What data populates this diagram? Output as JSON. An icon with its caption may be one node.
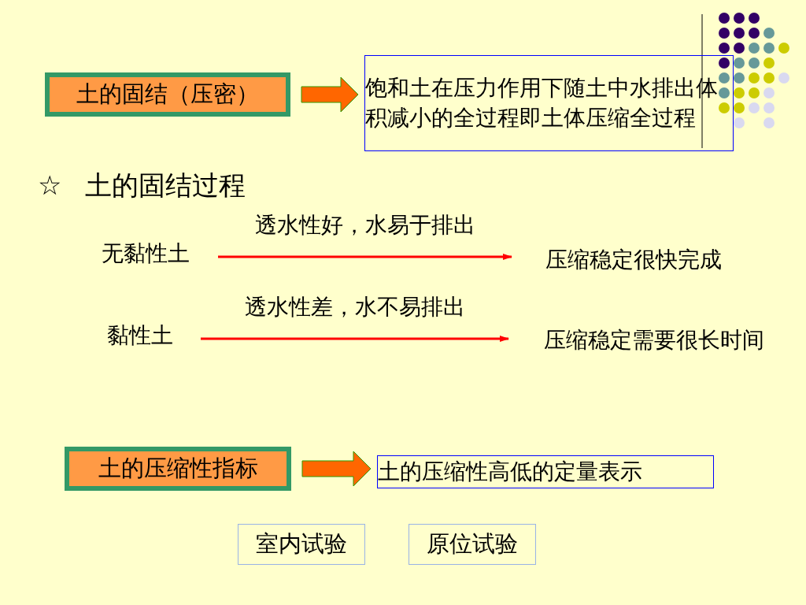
{
  "diagram": {
    "nodes": [
      {
        "text": [
          "土的固结（压密）"
        ]
      },
      {
        "text": [
          "饱和土在压力作用下随土中水排出体积减小的全过程即土体压缩全过程"
        ]
      },
      {
        "text": [
          "无黏性土"
        ]
      },
      {
        "text": [
          "压缩稳定很快完成"
        ]
      },
      {
        "text": [
          "黏性土"
        ]
      },
      {
        "text": [
          "压缩稳定需要很长时间"
        ]
      },
      {
        "text": [
          "土的压缩性指标"
        ]
      },
      {
        "text": [
          "土的压缩性高低的定量表示"
        ]
      },
      {
        "text": [
          "室内试验"
        ]
      },
      {
        "text": [
          "原位试验"
        ]
      }
    ],
    "edges": [
      {
        "from": 0,
        "to": 1,
        "arrow": "to",
        "style": "thick",
        "color": "#ff6600"
      },
      {
        "from": 2,
        "to": 3,
        "arrow": "to",
        "label": "透水性好，水易于排出",
        "color": "#ff0000"
      },
      {
        "from": 4,
        "to": 5,
        "arrow": "to",
        "label": "透水性差，水不易排出",
        "color": "#ff0000"
      },
      {
        "from": 6,
        "to": 7,
        "arrow": "to",
        "style": "thick",
        "color": "#ff6600"
      }
    ],
    "labels": [
      "☆",
      "土的固结过程"
    ]
  }
}
